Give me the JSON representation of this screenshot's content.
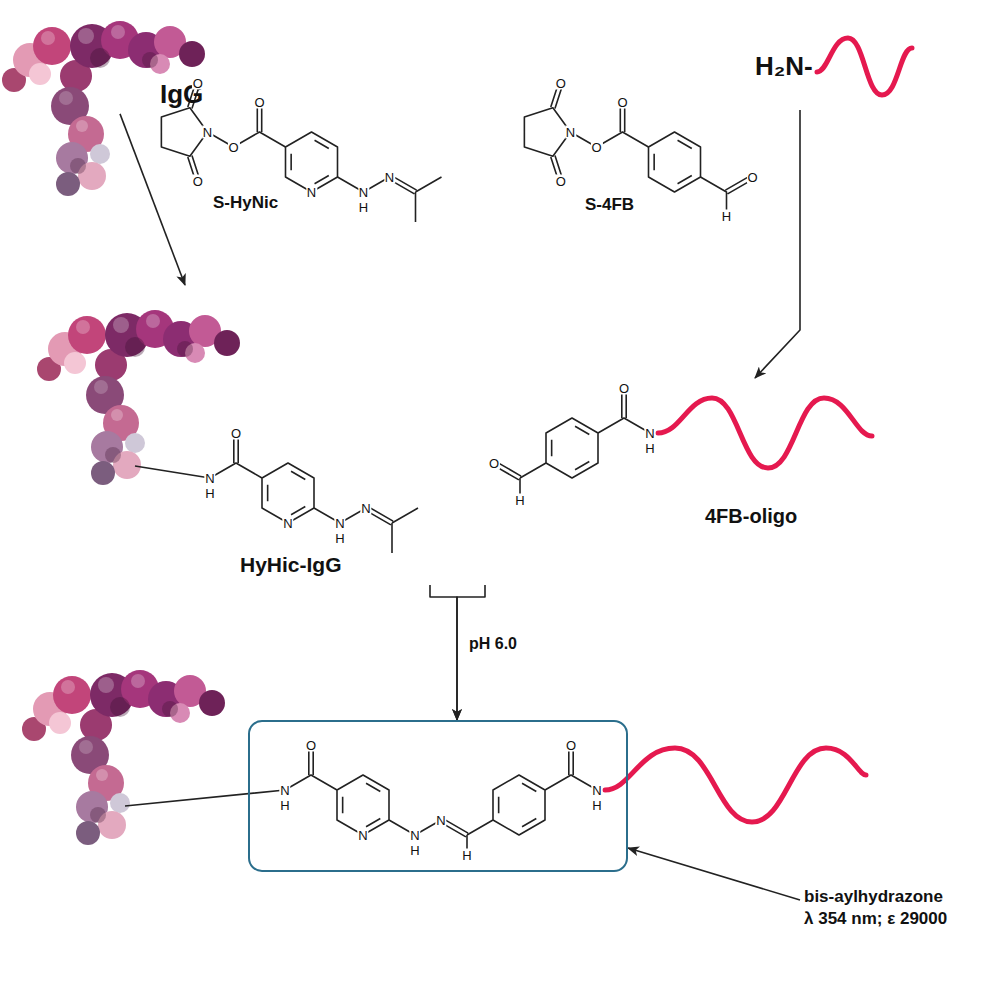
{
  "diagram": {
    "nodes": [
      {
        "text": [
          "IgG"
        ]
      },
      {
        "text": [
          "H₂N-"
        ]
      },
      {
        "text": [
          "S-HyNic",
          "O",
          "N",
          "O",
          "O",
          "O",
          "N",
          "N",
          "H",
          "N"
        ]
      },
      {
        "text": [
          "S-4FB",
          "O",
          "N",
          "O",
          "O",
          "O",
          "O",
          "H"
        ]
      },
      {
        "text": [
          "HyHic-IgG",
          "O",
          "N",
          "H",
          "N",
          "N",
          "H",
          "N"
        ]
      },
      {
        "text": [
          "4FB-oligo",
          "O",
          "H",
          "O",
          "N",
          "H"
        ]
      },
      {
        "text": [
          "O",
          "N",
          "H",
          "N",
          "N",
          "H",
          "N",
          "H",
          "O",
          "N",
          "H"
        ]
      },
      {
        "text": [
          "bis-aylhydrazone",
          "λ 354 nm; ε 29000"
        ]
      }
    ],
    "edges": [
      {
        "from": 0,
        "to": 4,
        "arrow": "to"
      },
      {
        "from": 1,
        "to": 5,
        "arrow": "to"
      },
      {
        "from": 4,
        "to": 6,
        "arrow": "to",
        "label": "pH 6.0"
      },
      {
        "from": 5,
        "to": 6,
        "arrow": "to"
      },
      {
        "from": 7,
        "to": 6,
        "arrow": "to"
      }
    ]
  }
}
